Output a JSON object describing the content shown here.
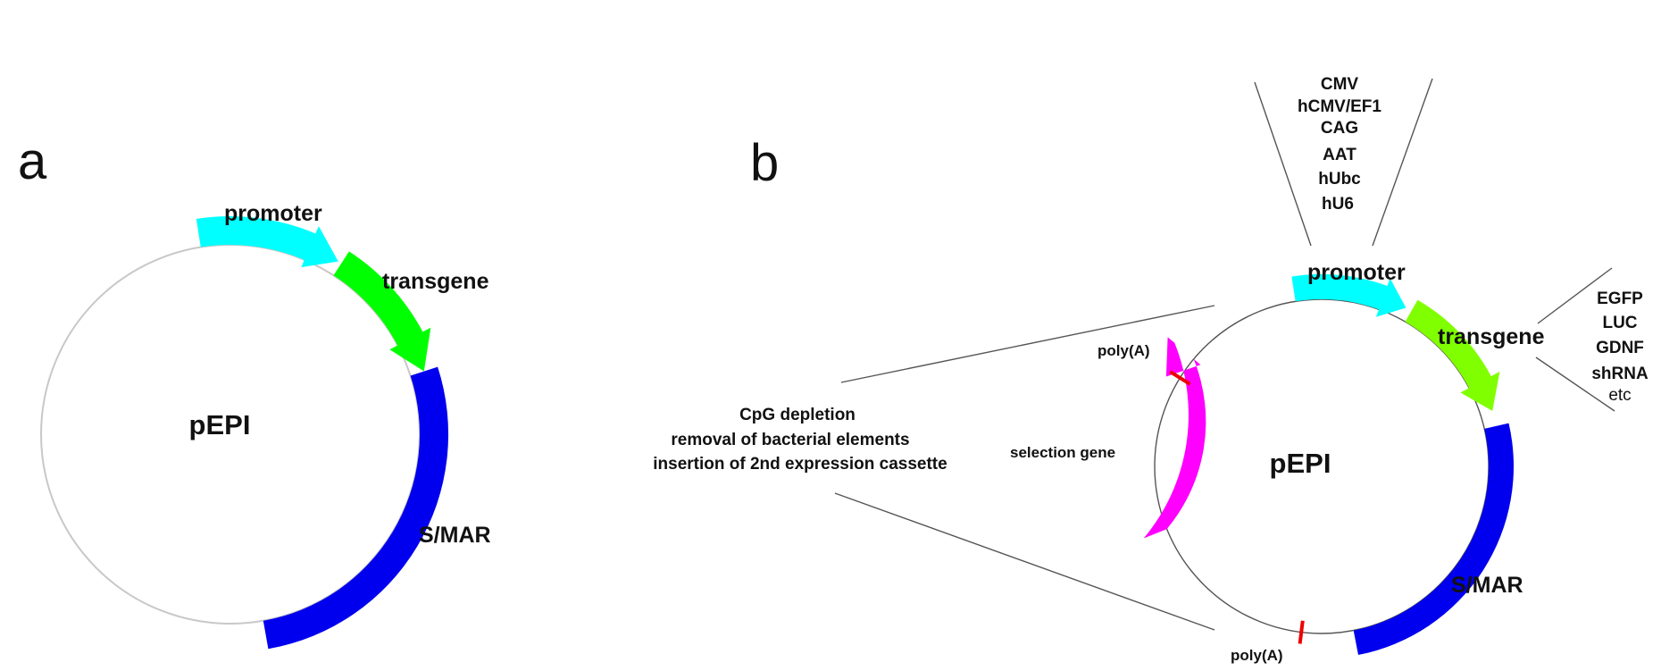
{
  "colors": {
    "promoter": "#00ffff",
    "transgene_a": "#00ff00",
    "transgene_b": "#80ff00",
    "smar": "#0000ee",
    "selection_gene": "#ff00ff",
    "polya": "#ee0000",
    "backbone_a": "#c8c8c8",
    "backbone_b": "#555555",
    "leader_line": "#555555"
  },
  "panel_a": {
    "letter": "a",
    "center_label": "pEPI",
    "promoter_label": "promoter",
    "transgene_label": "transgene",
    "smar_label": "S/MAR"
  },
  "panel_b": {
    "letter": "b",
    "center_label": "pEPI",
    "promoter_label": "promoter",
    "transgene_label": "transgene",
    "smar_label": "S/MAR",
    "selection_label": "selection gene",
    "polya_top_label": "poly(A)",
    "polya_bottom_label": "poly(A)",
    "promoter_options": [
      "CMV",
      "hCMV/EF1",
      "CAG",
      "AAT",
      "hUbc",
      "hU6"
    ],
    "transgene_options": [
      "EGFP",
      "LUC",
      "GDNF",
      "shRNA"
    ],
    "transgene_more": "etc",
    "backbone_notes": [
      "CpG depletion",
      "removal of bacterial elements",
      "insertion of 2nd expression cassette"
    ]
  }
}
